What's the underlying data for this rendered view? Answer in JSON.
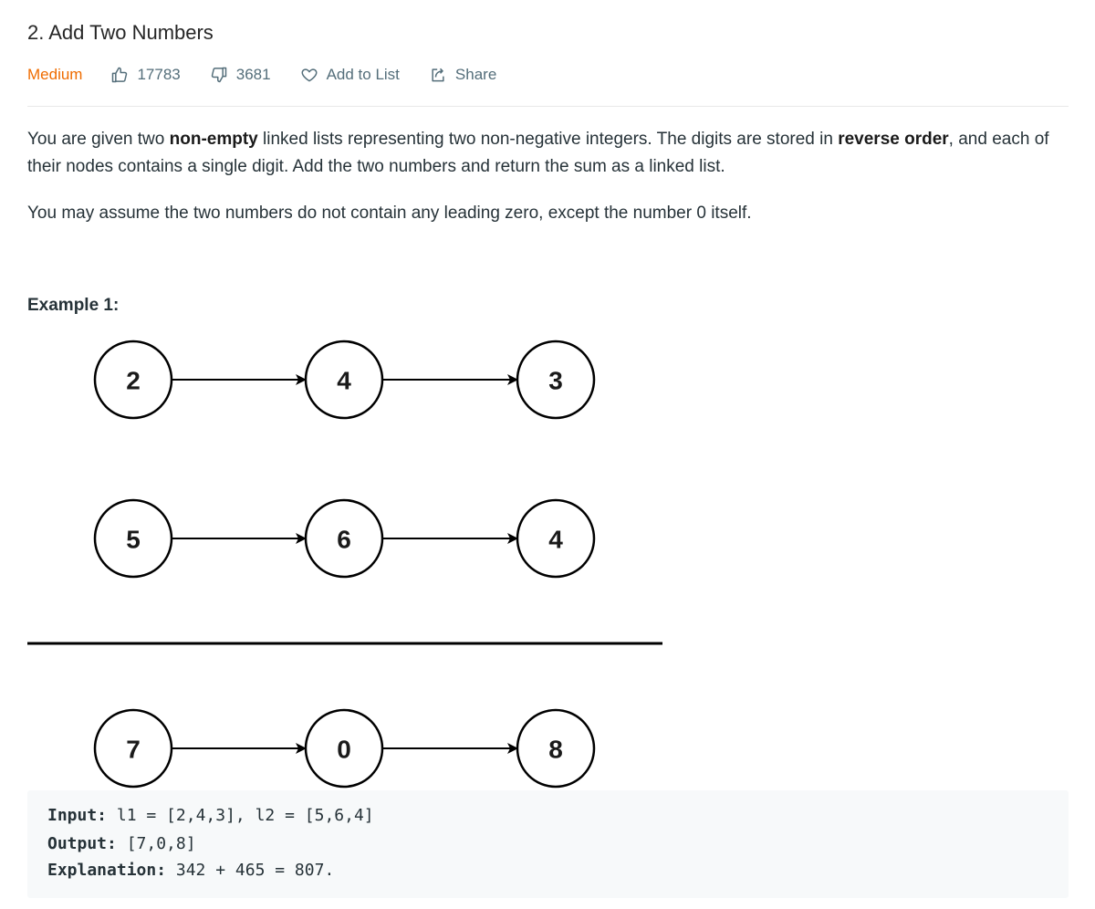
{
  "problem": {
    "title": "2. Add Two Numbers",
    "difficulty": "Medium",
    "likes": "17783",
    "dislikes": "3681",
    "add_to_list_label": "Add to List",
    "share_label": "Share"
  },
  "description": {
    "p1_part1": "You are given two ",
    "p1_bold1": "non-empty",
    "p1_part2": " linked lists representing two non-negative integers. The digits are stored in ",
    "p1_bold2": "reverse order",
    "p1_part3": ", and each of their nodes contains a single digit. Add the two numbers and return the sum as a linked list.",
    "p2": "You may assume the two numbers do not contain any leading zero, except the number 0 itself."
  },
  "example": {
    "heading": "Example 1:",
    "lists": [
      [
        "2",
        "4",
        "3"
      ],
      [
        "5",
        "6",
        "4"
      ],
      [
        "7",
        "0",
        "8"
      ]
    ],
    "input_label": "Input:",
    "input_value": " l1 = [2,4,3], l2 = [5,6,4]",
    "output_label": "Output:",
    "output_value": " [7,0,8]",
    "explanation_label": "Explanation:",
    "explanation_value": " 342 + 465 = 807."
  },
  "icons": {
    "like": "thumbs-up-icon",
    "dislike": "thumbs-down-icon",
    "add_to_list": "heart-icon",
    "share": "share-icon"
  },
  "colors": {
    "difficulty_medium": "#ef6c00",
    "meta_text": "#546e7a",
    "code_background": "#f7f9fa"
  }
}
